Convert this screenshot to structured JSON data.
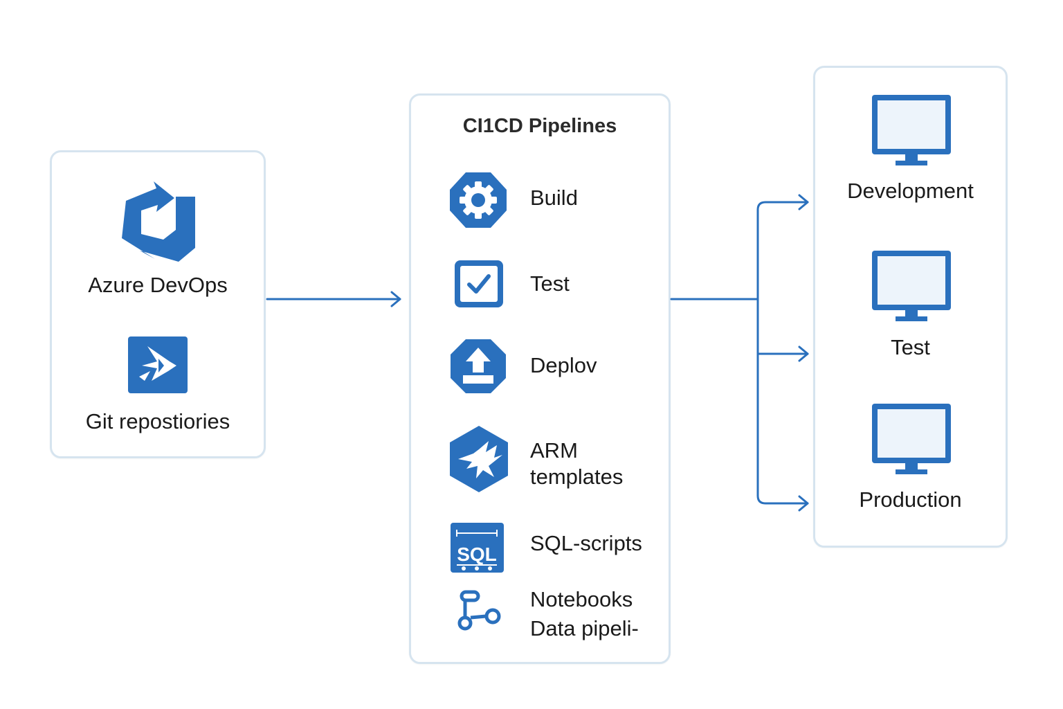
{
  "left": {
    "items": [
      {
        "label": "Azure DevOps",
        "icon": "azure-devops-icon"
      },
      {
        "label": "Git repostiories",
        "icon": "git-repos-icon"
      }
    ]
  },
  "middle": {
    "title": "CI1CD Pipelines",
    "steps": [
      {
        "label": "Build",
        "icon": "gear-icon"
      },
      {
        "label": "Test",
        "icon": "checkbox-icon"
      },
      {
        "label": "Deplov",
        "icon": "upload-icon"
      },
      {
        "label": "ARM\ntemplates",
        "icon": "arm-templates-icon"
      },
      {
        "label": "SQL-scripts",
        "icon": "sql-scripts-icon"
      },
      {
        "label": "Notebooks\nData pipeli-",
        "icon": "pipeline-icon"
      }
    ]
  },
  "right": {
    "environments": [
      {
        "label": "Development",
        "icon": "monitor-icon"
      },
      {
        "label": "Test",
        "icon": "monitor-icon"
      },
      {
        "label": "Production",
        "icon": "monitor-icon"
      }
    ]
  },
  "colors": {
    "accent": "#2a70bd",
    "panel_border": "#d6e4ef",
    "screen_fill": "#edf4fb"
  }
}
